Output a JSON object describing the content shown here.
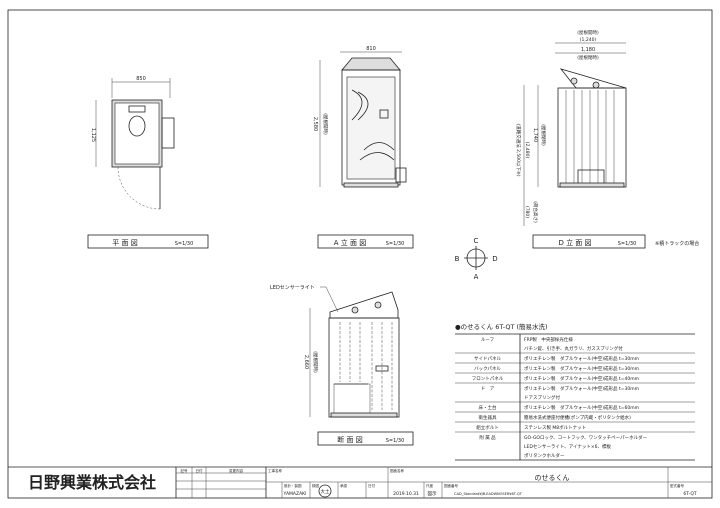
{
  "views": {
    "plan": {
      "label": "平 面 図",
      "scale": "S=1/30",
      "dim_width": "850",
      "dim_depth": "1,125"
    },
    "a_elevation": {
      "label": "A 立 面 図",
      "scale": "S=1/30",
      "dim_width": "810",
      "dim_height": "2,580",
      "dim_height_note": "(屋根開時)"
    },
    "d_elevation": {
      "label": "D 立 面 図",
      "scale": "S=1/30",
      "dim_open_note": "(屋根開時)",
      "dim_open": "(1,240)",
      "dim_closed": "1,180",
      "dim_closed_note": "(屋根閉時)",
      "dim_height": "1,740",
      "dim_height_note": "(屋根閉時)",
      "dim_road": "(道路交通法 2,500以下※)",
      "dim_road_value": "(2,480)",
      "dim_bed": "(780)",
      "dim_bed_note": "(荷台高さ)",
      "truck_note": "※積トラックの場合"
    },
    "section": {
      "label": "断 面 図",
      "scale": "S=1/30",
      "dim_height": "2,660",
      "dim_height_note": "(屋根開時)",
      "led_callout": "LEDセンサーライト"
    }
  },
  "compass": {
    "top": "C",
    "left": "B",
    "right": "D",
    "bottom": "A"
  },
  "spec": {
    "title": "●のせるくん 6T-QT (簡易水洗)",
    "rows": [
      {
        "label": "ルーフ",
        "lines": [
          "FRP製　中央部採光仕様",
          "バチン錠、引き手、丸ガラリ、ガススプリング付"
        ]
      },
      {
        "label": "サイドパネル",
        "lines": [
          "ポリエチレン製　ダブルウォール(中空)成形品 t=30mm"
        ]
      },
      {
        "label": "バックパネル",
        "lines": [
          "ポリエチレン製　ダブルウォール(中空)成形品 t=30mm"
        ]
      },
      {
        "label": "フロントパネル",
        "lines": [
          "ポリエチレン製　ダブルウォール(中空)成形品 t=40mm"
        ]
      },
      {
        "label": "ド　ア",
        "lines": [
          "ポリエチレン製　ダブルウォール(中空)成形品 t=30mm",
          "ドアスプリング付"
        ]
      },
      {
        "label": "床・土台",
        "lines": [
          "ポリエチレン製　ダブルウォール(中空)成形品 t=60mm"
        ]
      },
      {
        "label": "衛生器具",
        "lines": [
          "簡易水洗式便座付便槽(ポンプ内蔵・ポリタンク給水)"
        ]
      },
      {
        "label": "組立ボルト",
        "lines": [
          "ステンレス製 M8ボルトナット"
        ]
      },
      {
        "label": "附 属 品",
        "lines": [
          "GO-GOロック、コートフック、ワンタッチペーパーホルダー",
          "LEDセンサーライト、アイナット×6、標板",
          "ポリタンクホルダー"
        ]
      }
    ]
  },
  "title_block": {
    "company": "日野興業株式会社",
    "rev_headers": [
      "記号",
      "日付",
      "変更内容"
    ],
    "project_label": "工事名称",
    "drawing_name_label": "図面名称",
    "drawing_name": "のせるくん",
    "designer_label": "設計・製図",
    "designer": "YAMAZAKI",
    "checker_label": "検図",
    "approver_label": "承認",
    "stamp": "大土",
    "date_label": "日付",
    "date": "2019.10.31",
    "scale_label": "尺度",
    "scale": "図示",
    "file_label": "図面番号",
    "file": "CAD_Standard¥JB-EADWNOSER¥6T-QT",
    "model_label": "型式番号",
    "model": "6T-QT"
  }
}
